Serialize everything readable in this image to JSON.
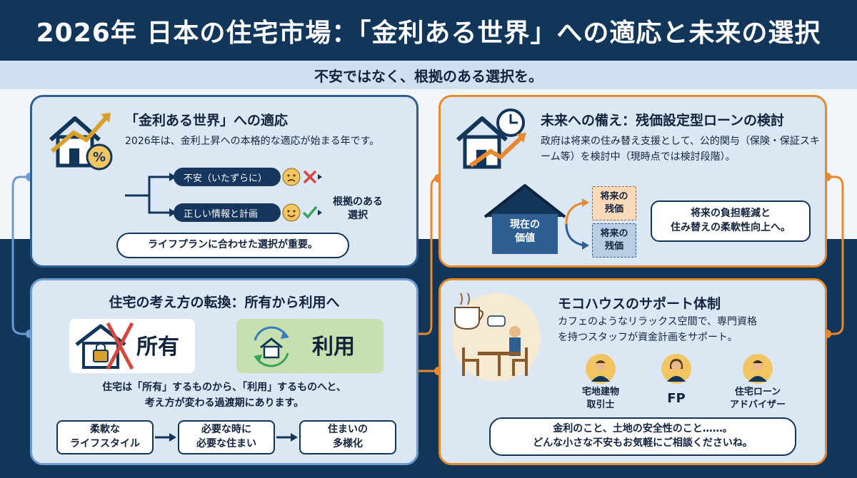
{
  "header": {
    "title": "2026年 日本の住宅市場：「金利ある世界」への適応と未来の選択",
    "subtitle": "不安ではなく、根拠のある選択を。"
  },
  "panel_rates": {
    "title": "「金利ある世界」への適応",
    "text": "2026年は、金利上昇への本格的な適応が始まる年です。",
    "branch_bad": "不安（いたずらに）",
    "branch_good": "正しい情報と計画",
    "result": "根拠のある\n選択",
    "bubble": "ライフプランに合わせた選択が重要。"
  },
  "panel_future": {
    "title": "未来への備え：残価設定型ローンの検討",
    "text": "政府は将来の住み替え支援として、公的関与（保険・保証スキーム等）を検討中（現時点では検討段階）。",
    "current_value": "現在の\n価値",
    "future_value_1": "将来の\n残価",
    "future_value_2": "将来の\n残価",
    "bubble": "将来の負担軽減と\n住み替えの柔軟性向上へ。"
  },
  "panel_shift": {
    "title": "住宅の考え方の転換：所有から利用へ",
    "own": "所有",
    "use": "利用",
    "text": "住宅は「所有」するものから、「利用」するものへと、\n考え方が変わる過渡期にあります。",
    "flow": [
      "柔軟な\nライフスタイル",
      "必要な時に\n必要な住まい",
      "住まいの\n多様化"
    ]
  },
  "panel_support": {
    "title": "モコハウスのサポート体制",
    "text": "カフェのようなリラックス空間で、専門資格\nを持つスタッフが資金計画をサポート。",
    "staff": [
      "宅地建物\n取引士",
      "FP",
      "住宅ローン\nアドバイザー"
    ],
    "bubble": "金利のこと、土地の安全性のこと……。\nどんな小さな不安もお気軽にご相談くださいね。"
  },
  "colors": {
    "navy": "#12355a",
    "light_blue": "#dbe8f4",
    "orange": "#e8892e",
    "green": "#3aa35a",
    "red": "#d8453b",
    "peach": "#f8d9b8"
  }
}
